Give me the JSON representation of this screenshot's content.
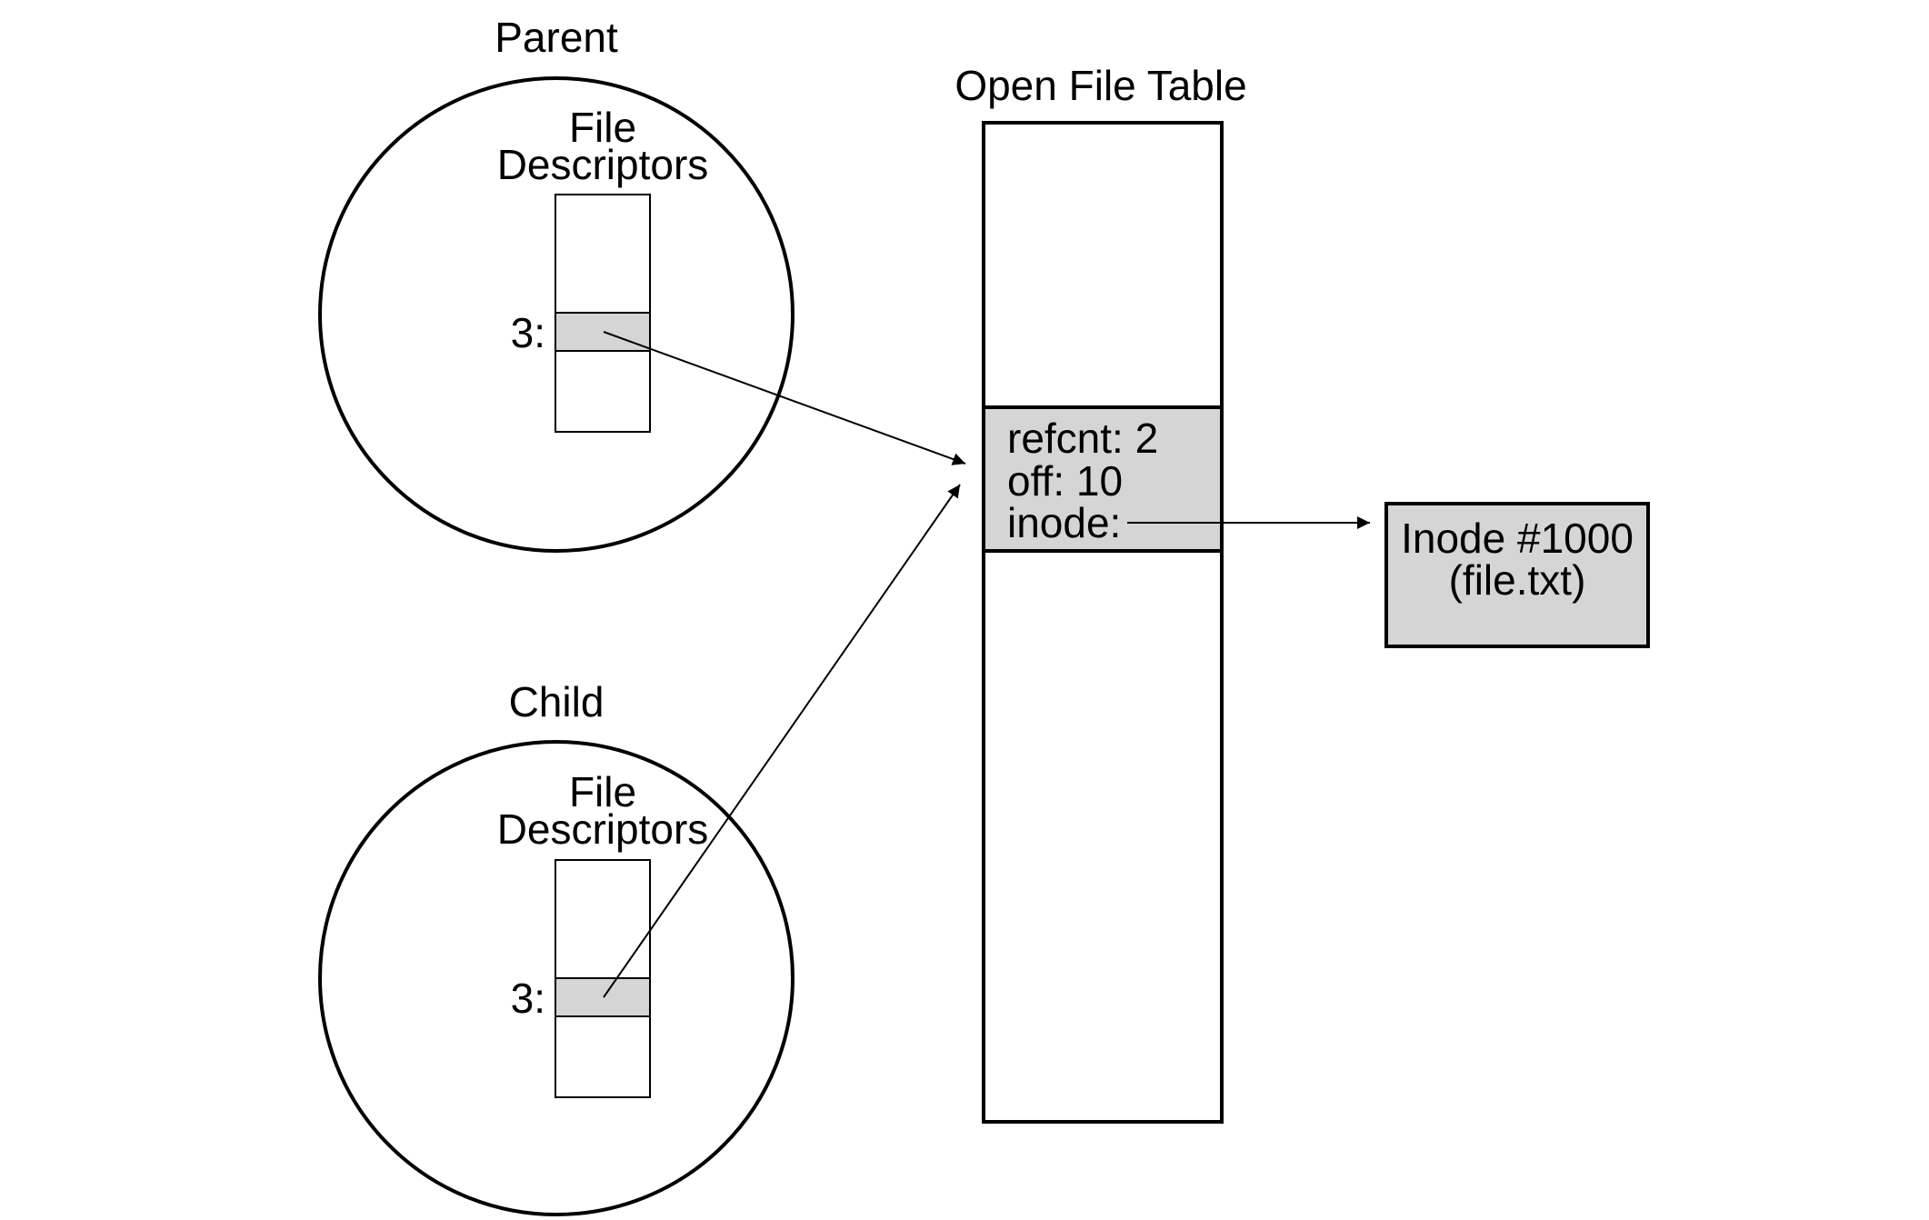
{
  "parent": {
    "title": "Parent",
    "fd_heading_line1": "File",
    "fd_heading_line2": "Descriptors",
    "fd_slot_label": "3:"
  },
  "child": {
    "title": "Child",
    "fd_heading_line1": "File",
    "fd_heading_line2": "Descriptors",
    "fd_slot_label": "3:"
  },
  "open_file_table": {
    "title": "Open File Table",
    "entry": {
      "refcnt": "refcnt: 2",
      "off": "off: 10",
      "inode": "inode:"
    }
  },
  "inode": {
    "line1": "Inode #1000",
    "line2": "(file.txt)"
  },
  "colors": {
    "highlight_fill": "#d5d5d5",
    "stroke": "#000000",
    "background": "#ffffff"
  }
}
